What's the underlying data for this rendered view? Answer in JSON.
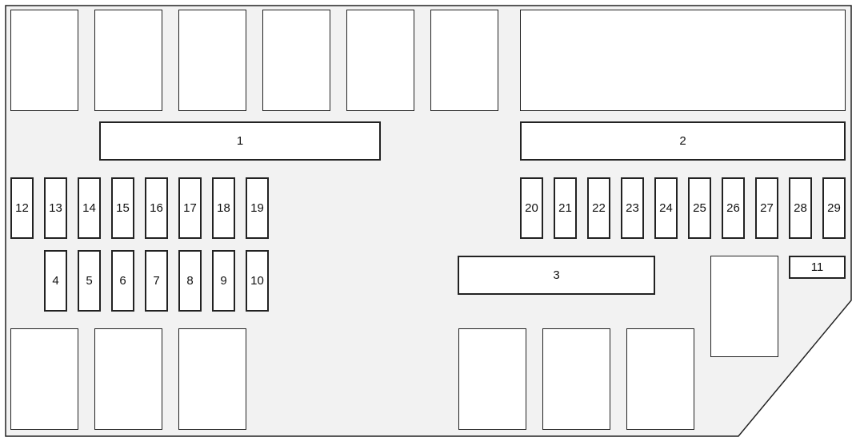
{
  "fuse_box": {
    "large_fuses": {
      "f1": "1",
      "f2": "2",
      "f3": "3",
      "f11": "11"
    },
    "fuses_row_upper_left": [
      "12",
      "13",
      "14",
      "15",
      "16",
      "17",
      "18",
      "19"
    ],
    "fuses_row_upper_right": [
      "20",
      "21",
      "22",
      "23",
      "24",
      "25",
      "26",
      "27",
      "28",
      "29"
    ],
    "fuses_row_lower_left": [
      "4",
      "5",
      "6",
      "7",
      "8",
      "9",
      "10"
    ]
  },
  "colors": {
    "panel": "#f2f2f2",
    "outline": "#222222",
    "slot": "#ffffff"
  }
}
